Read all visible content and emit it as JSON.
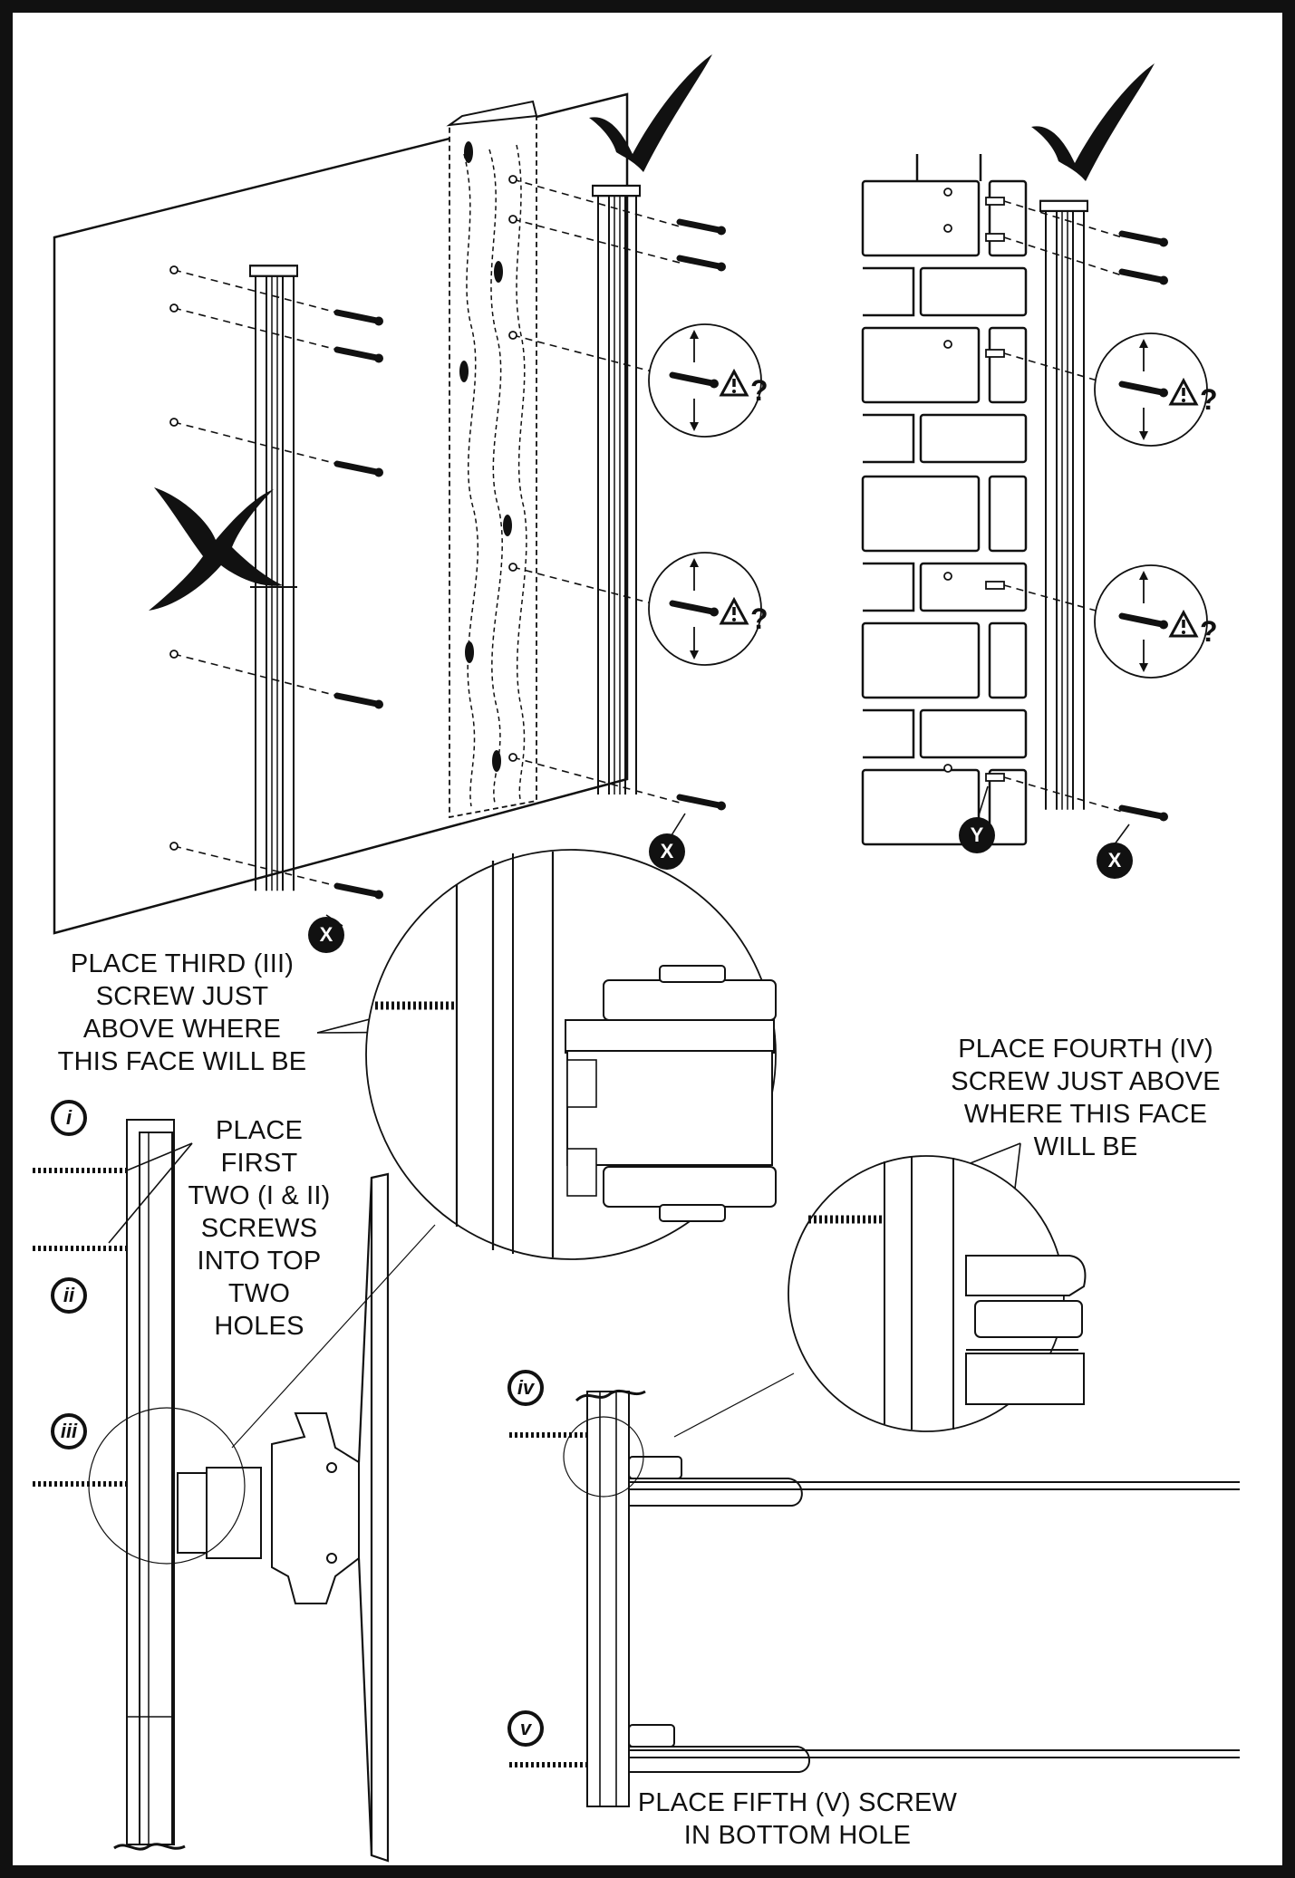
{
  "notes": {
    "third_screw": "PLACE THIRD (iii)\nSCREW JUST\nABOVE WHERE\nTHIS FACE WILL BE",
    "first_two": "PLACE\nFIRST\nTWO (i & ii)\nSCREWS\nINTO TOP\nTWO\nHOLES",
    "fourth_screw": "PLACE FOURTH (iv)\nSCREW JUST ABOVE\nWHERE THIS FACE\nWILL BE",
    "fifth_screw": "PLACE FIFTH (v) SCREW\nIN BOTTOM HOLE"
  },
  "badges": {
    "x": "X",
    "y": "Y",
    "i": "i",
    "ii": "ii",
    "iii": "iii",
    "iv": "iv",
    "v": "v"
  },
  "symbols": {
    "warning_question": "?"
  },
  "colors": {
    "ink": "#111111",
    "paper": "#ffffff"
  }
}
